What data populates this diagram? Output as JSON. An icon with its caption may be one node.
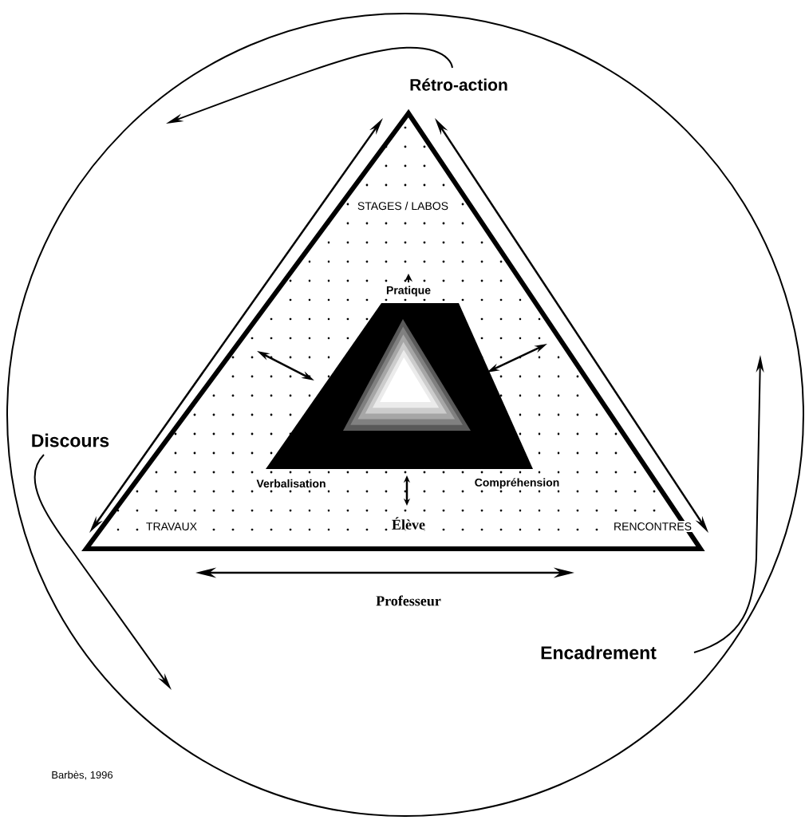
{
  "diagram": {
    "nodes": [
      {
        "text": [
          "STAGES / LABOS",
          "TRAVAUX",
          "RENCONTRES"
        ]
      },
      {
        "text": [],
        "shape": "triangle",
        "in": 0,
        "beside": [
          "Pratique",
          "Verbalisation",
          "Compréhension"
        ]
      }
    ],
    "labels": [
      "Rétro-action",
      "Discours",
      "Élève",
      "Professeur",
      "Encadrement",
      "Barbès, 1996"
    ]
  }
}
